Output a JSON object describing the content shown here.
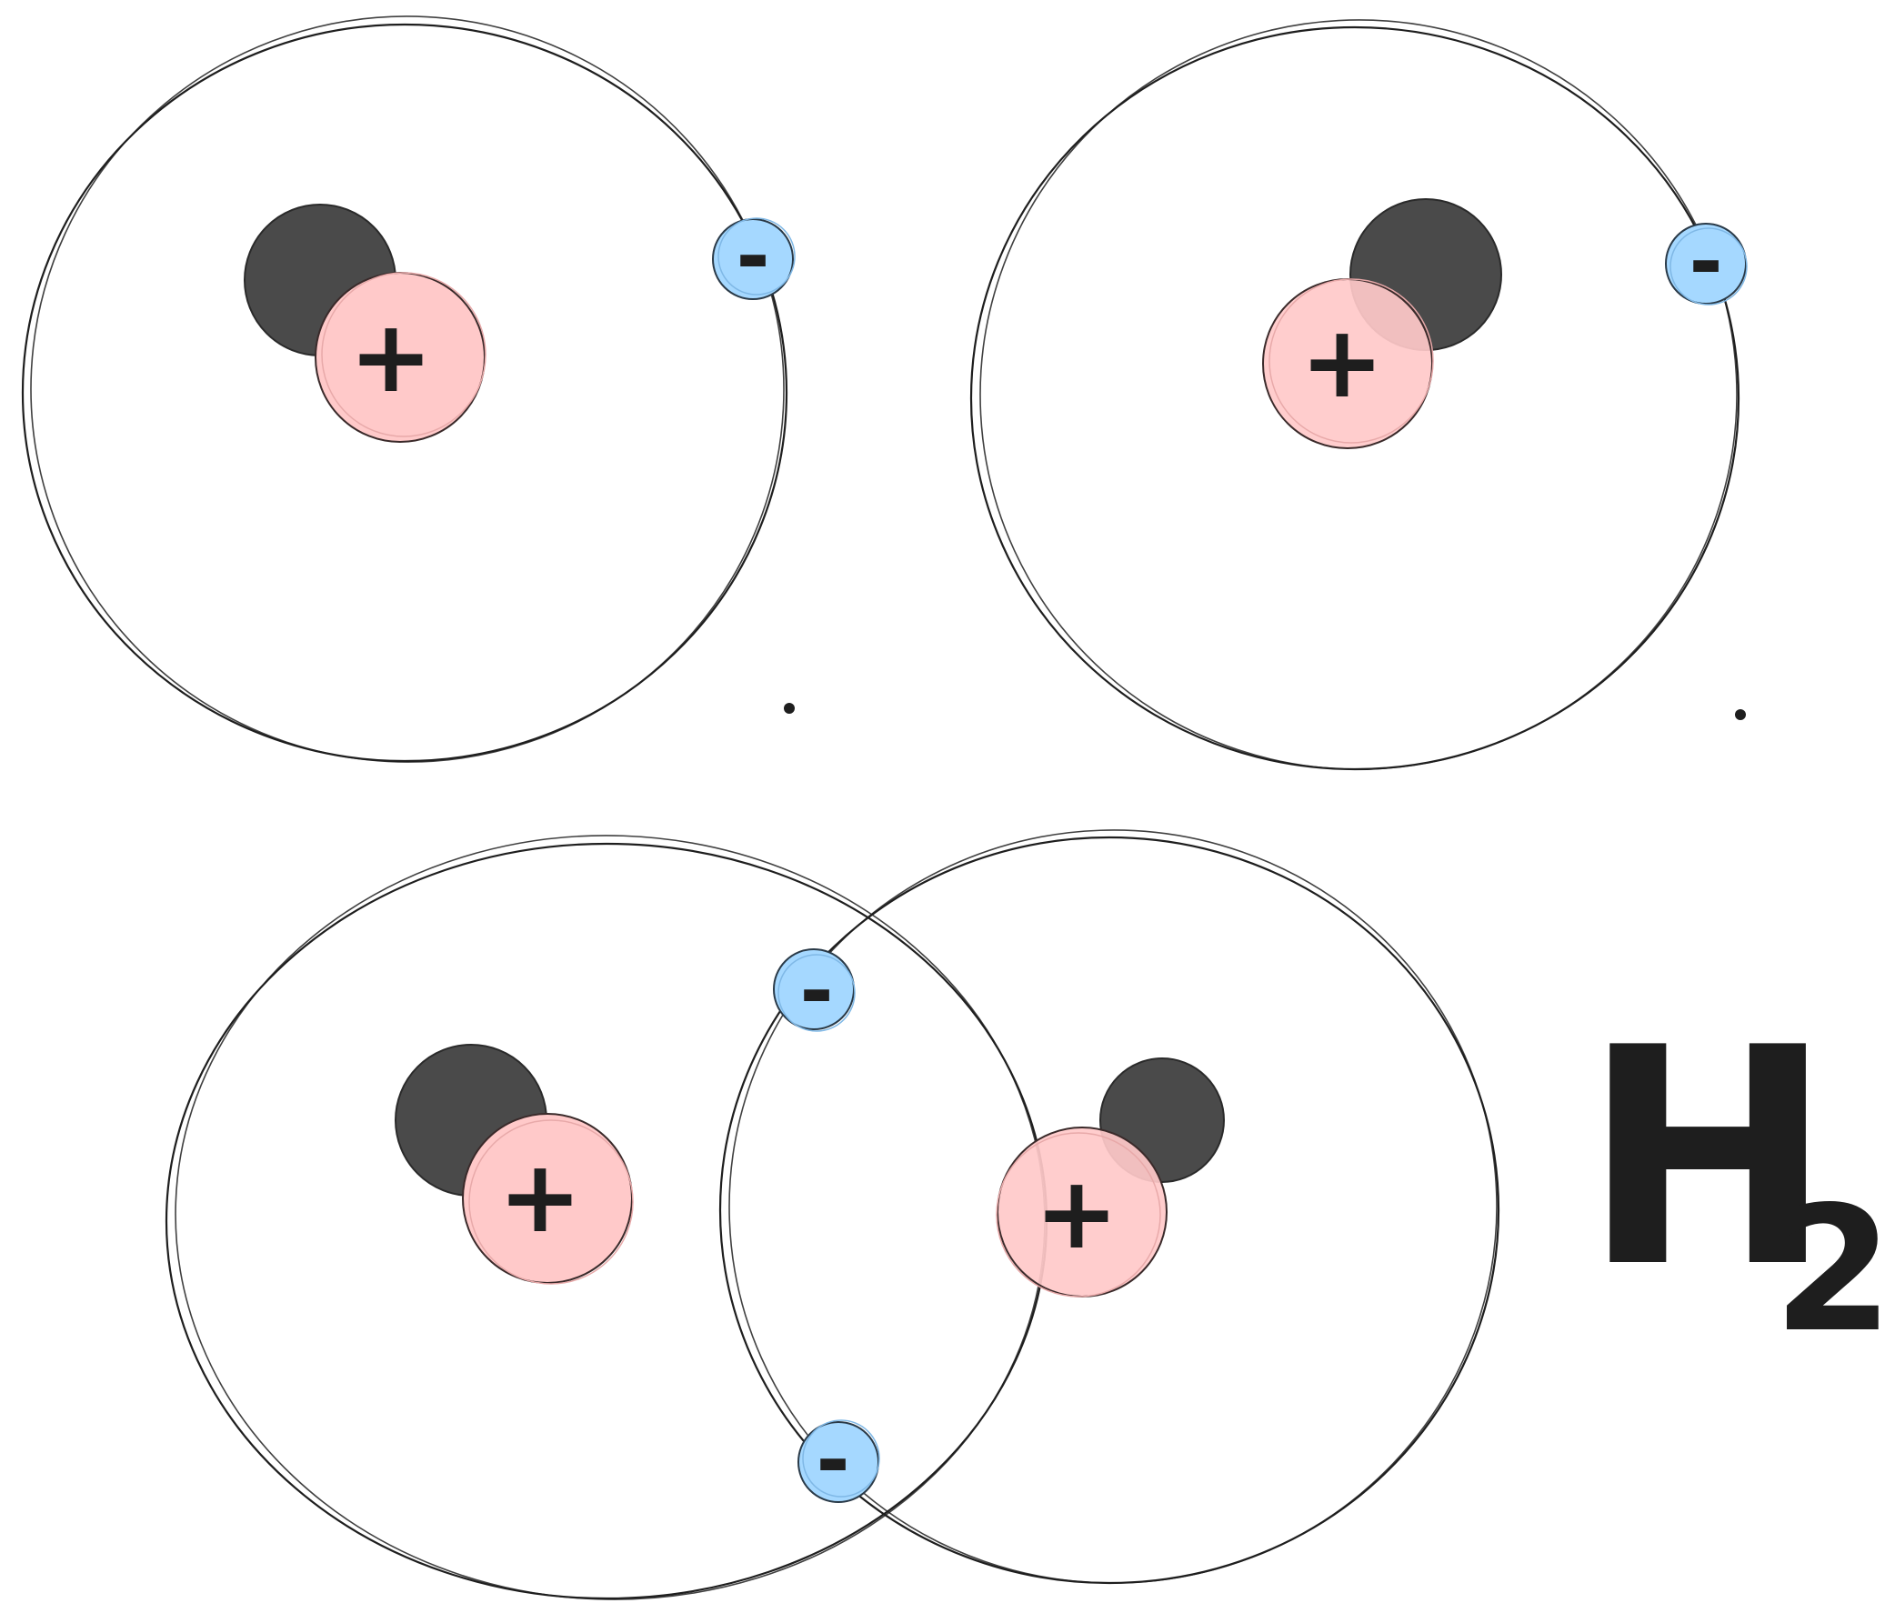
{
  "diagram": {
    "formula": {
      "element": "H",
      "subscript": "2"
    },
    "proton_symbol": "+",
    "electron_symbol": "-",
    "colors": {
      "proton": "#ffc9c9",
      "neutron": "#4a4a4a",
      "electron": "#a5d8ff",
      "stroke": "#1e1e1e"
    },
    "atoms": [
      {
        "name": "hydrogen-atom-1",
        "protons": 1,
        "neutrons": 1,
        "electrons": 1
      },
      {
        "name": "hydrogen-atom-2",
        "protons": 1,
        "neutrons": 1,
        "electrons": 1
      }
    ],
    "molecule": {
      "name": "hydrogen-molecule",
      "atoms": 2,
      "shared_electrons": 2
    }
  }
}
